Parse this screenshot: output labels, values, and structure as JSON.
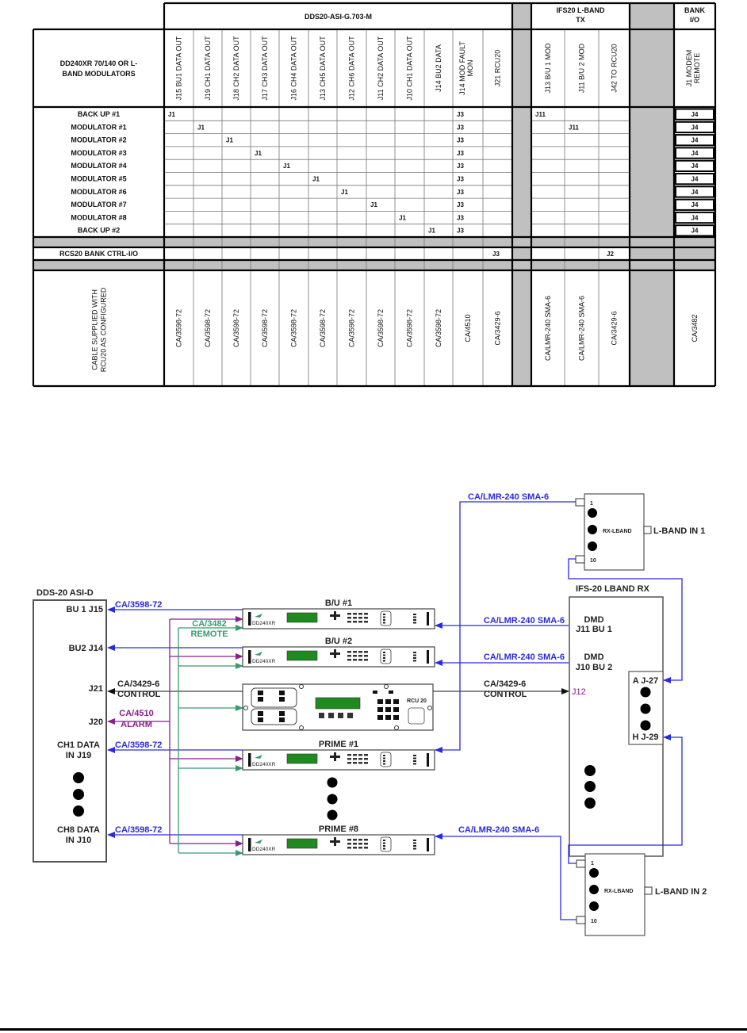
{
  "table": {
    "group_headers": {
      "dds": "DDS20-ASI-G.703-M",
      "ifs_line1": "IFS20 L-BAND",
      "ifs_line2": "TX",
      "bank_line1": "BANK",
      "bank_line2": "I/O"
    },
    "row_header_title_line1": "DD240XR 70/140 OR L-",
    "row_header_title_line2": "BAND  MODULATORS",
    "dds_columns": [
      {
        "line1": "J15 BU1 DATA OUT"
      },
      {
        "line1": "J19 CH1 DATA OUT"
      },
      {
        "line1": "J18 CH2 DATA OUT"
      },
      {
        "line1": "J17 CH3 DATA OUT"
      },
      {
        "line1": "J16 CH4 DATA OUT"
      },
      {
        "line1": "J13 CH5 DATA OUT"
      },
      {
        "line1": "J12 CH6 DATA OUT"
      },
      {
        "line1": "J11 CH2 DATA OUT"
      },
      {
        "line1": "J10 CH1 DATA OUT"
      },
      {
        "line1": "J14 BU2 DATA"
      },
      {
        "line1": "J14 MOD FAULT",
        "line2": "MON"
      },
      {
        "line1": "J21 RCU20"
      }
    ],
    "ifs_columns": [
      {
        "line1": "J13 B/U 1 MOD"
      },
      {
        "line1": "J11 B/U 2 MOD"
      },
      {
        "line1": "J42 TO RCU20"
      }
    ],
    "bank_columns": [
      {
        "line1": "J1 MODEM",
        "line2": "REMOTE"
      }
    ],
    "rows": [
      {
        "label": "BACK UP #1",
        "dds": [
          "J1",
          "",
          "",
          "",
          "",
          "",
          "",
          "",
          "",
          "",
          "J3",
          ""
        ],
        "ifs": [
          "J11",
          "",
          ""
        ],
        "bank": [
          "J4"
        ]
      },
      {
        "label": "MODULATOR #1",
        "dds": [
          "",
          "J1",
          "",
          "",
          "",
          "",
          "",
          "",
          "",
          "",
          "J3",
          ""
        ],
        "ifs": [
          "",
          "J11",
          ""
        ],
        "bank": [
          "J4"
        ]
      },
      {
        "label": "MODULATOR #2",
        "dds": [
          "",
          "",
          "J1",
          "",
          "",
          "",
          "",
          "",
          "",
          "",
          "J3",
          ""
        ],
        "ifs": [
          "",
          "",
          ""
        ],
        "bank": [
          "J4"
        ]
      },
      {
        "label": "MODULATOR #3",
        "dds": [
          "",
          "",
          "",
          "J1",
          "",
          "",
          "",
          "",
          "",
          "",
          "J3",
          ""
        ],
        "ifs": [
          "",
          "",
          ""
        ],
        "bank": [
          "J4"
        ]
      },
      {
        "label": "MODULATOR #4",
        "dds": [
          "",
          "",
          "",
          "",
          "J1",
          "",
          "",
          "",
          "",
          "",
          "J3",
          ""
        ],
        "ifs": [
          "",
          "",
          ""
        ],
        "bank": [
          "J4"
        ]
      },
      {
        "label": "MODULATOR #5",
        "dds": [
          "",
          "",
          "",
          "",
          "",
          "J1",
          "",
          "",
          "",
          "",
          "J3",
          ""
        ],
        "ifs": [
          "",
          "",
          ""
        ],
        "bank": [
          "J4"
        ]
      },
      {
        "label": "MODULATOR #6",
        "dds": [
          "",
          "",
          "",
          "",
          "",
          "",
          "J1",
          "",
          "",
          "",
          "J3",
          ""
        ],
        "ifs": [
          "",
          "",
          ""
        ],
        "bank": [
          "J4"
        ]
      },
      {
        "label": "MODULATOR #7",
        "dds": [
          "",
          "",
          "",
          "",
          "",
          "",
          "",
          "J1",
          "",
          "",
          "J3",
          ""
        ],
        "ifs": [
          "",
          "",
          ""
        ],
        "bank": [
          "J4"
        ]
      },
      {
        "label": "MODULATOR #8",
        "dds": [
          "",
          "",
          "",
          "",
          "",
          "",
          "",
          "",
          "J1",
          "",
          "J3",
          ""
        ],
        "ifs": [
          "",
          "",
          ""
        ],
        "bank": [
          "J4"
        ]
      },
      {
        "label": "BACK UP #2",
        "dds": [
          "",
          "",
          "",
          "",
          "",
          "",
          "",
          "",
          "",
          "J1",
          "J3",
          ""
        ],
        "ifs": [
          "",
          "",
          ""
        ],
        "bank": [
          "J4"
        ]
      }
    ],
    "ctrl_row": {
      "label": "RCS20 BANK CTRL-I/O",
      "dds": [
        "",
        "",
        "",
        "",
        "",
        "",
        "",
        "",
        "",
        "",
        "",
        "J3"
      ],
      "ifs": [
        "",
        "",
        "J2"
      ],
      "bank": [
        ""
      ]
    },
    "cable_row": {
      "label_line1": "CABLE SUPPLIED WITH",
      "label_line2": "RCU20 AS  CONFIGURED",
      "dds": [
        "CA/3598-72",
        "CA/3598-72",
        "CA/3598-72",
        "CA/3598-72",
        "CA/3598-72",
        "CA/3598-72",
        "CA/3598-72",
        "CA/3598-72",
        "CA/3598-72",
        "CA/3598-72",
        "CA/4510",
        "CA/3429-6"
      ],
      "ifs": [
        "CA/LMR-240 SMA-6",
        "CA/LMR-240 SMA-6",
        "CA/3429-6"
      ],
      "bank": [
        "CA/3482"
      ]
    }
  },
  "diagram": {
    "colors": {
      "blue": "#2a2ae0",
      "purple": "#8a1f8f",
      "green": "#3a9a6e",
      "black": "#111111",
      "lcd": "#1f8a1f"
    },
    "dds_box": {
      "title": "DDS-20 ASI-D",
      "ports": {
        "bu1": "BU 1 J15",
        "bu2": "BU2 J14",
        "j21": "J21",
        "j20": "J20",
        "ch1_line1": "CH1 DATA",
        "ch1_line2": "IN J19",
        "ch8_line1": "CH8 DATA",
        "ch8_line2": "IN J10"
      }
    },
    "cable_labels": {
      "bu1": "CA/3598-72",
      "remote_line1": "CA/3482",
      "remote_line2": "REMOTE",
      "control_left_line1": "CA/3429-6",
      "control_left_line2": "CONTROL",
      "alarm_line1": "CA/4510",
      "alarm_line2": "ALARM",
      "ch1": "CA/3598-72",
      "ch8": "CA/3598-72",
      "lmr_top": "CA/LMR-240 SMA-6",
      "lmr_bu1": "CA/LMR-240 SMA-6",
      "lmr_bu2": "CA/LMR-240 SMA-6",
      "control_right_line1": "CA/3429-6",
      "control_right_line2": "CONTROL",
      "lmr_bottom": "CA/LMR-240 SMA-6"
    },
    "modems": [
      {
        "title": "B/U #1",
        "model": "DD240XR"
      },
      {
        "title": "B/U #2",
        "model": "DD240XR"
      },
      {
        "title": "PRIME #1",
        "model": "DD240XR"
      },
      {
        "title": "PRIME #8",
        "model": "DD240XR"
      }
    ],
    "rcu": {
      "label": "RCU 20"
    },
    "ifs_box": {
      "title": "IFS-20 LBAND RX",
      "dmd1_line1": "DMD",
      "dmd1_line2": "J11 BU 1",
      "dmd2_line1": "DMD",
      "dmd2_line2": "J10 BU 2",
      "j12": "J12",
      "a_port": "A J-27",
      "h_port": "H J-29"
    },
    "splitters": [
      {
        "label": "RX-LBAND",
        "port_top": "1",
        "port_bottom": "10",
        "input": "L-BAND IN 1"
      },
      {
        "label": "RX-LBAND",
        "port_top": "1",
        "port_bottom": "10",
        "input": "L-BAND IN 2"
      }
    ]
  }
}
